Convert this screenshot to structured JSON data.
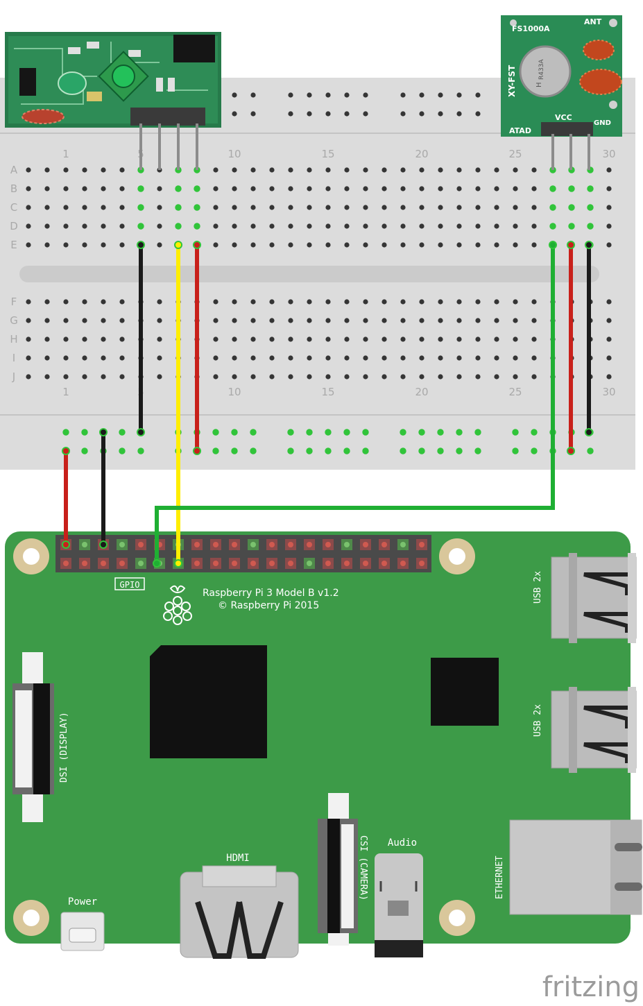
{
  "breadboard": {
    "column_numbers": [
      "1",
      "5",
      "10",
      "15",
      "20",
      "25",
      "30"
    ],
    "row_letters_top": [
      "A",
      "B",
      "C",
      "D",
      "E"
    ],
    "row_letters_bottom": [
      "F",
      "G",
      "H",
      "I",
      "J"
    ]
  },
  "receiver_module": {},
  "transmitter_module": {
    "model": "FS1000A",
    "ant": "ANT",
    "brand": "XY-FST",
    "crystal": "R433A",
    "crystal_h": "H",
    "pin_vcc": "VCC",
    "pin_data": "ATAD",
    "pin_gnd": "GND"
  },
  "raspberry_pi": {
    "title": "Raspberry Pi 3 Model B v1.2",
    "copyright": "© Raspberry Pi 2015",
    "gpio_label": "GPIO",
    "usb_top": "USB 2x",
    "usb_bottom": "USB 2x",
    "dsi": "DSI (DISPLAY)",
    "csi": "CSI (CAMERA)",
    "hdmi": "HDMI",
    "audio": "Audio",
    "ethernet": "ETHERNET",
    "power": "Power"
  },
  "wires": [
    {
      "color": "black"
    },
    {
      "color": "yellow"
    },
    {
      "color": "red"
    },
    {
      "color": "green"
    },
    {
      "color": "red"
    },
    {
      "color": "black"
    },
    {
      "color": "red"
    },
    {
      "color": "black"
    }
  ],
  "watermark": "fritzing",
  "colors": {
    "wire_black": "#1a1a1a",
    "wire_red": "#c8201a",
    "wire_yellow": "#ffee00",
    "wire_green": "#1faf33",
    "pcb_green": "#3d9b48",
    "module_green": "#2a8c55",
    "breadboard": "#dcdcdc"
  }
}
